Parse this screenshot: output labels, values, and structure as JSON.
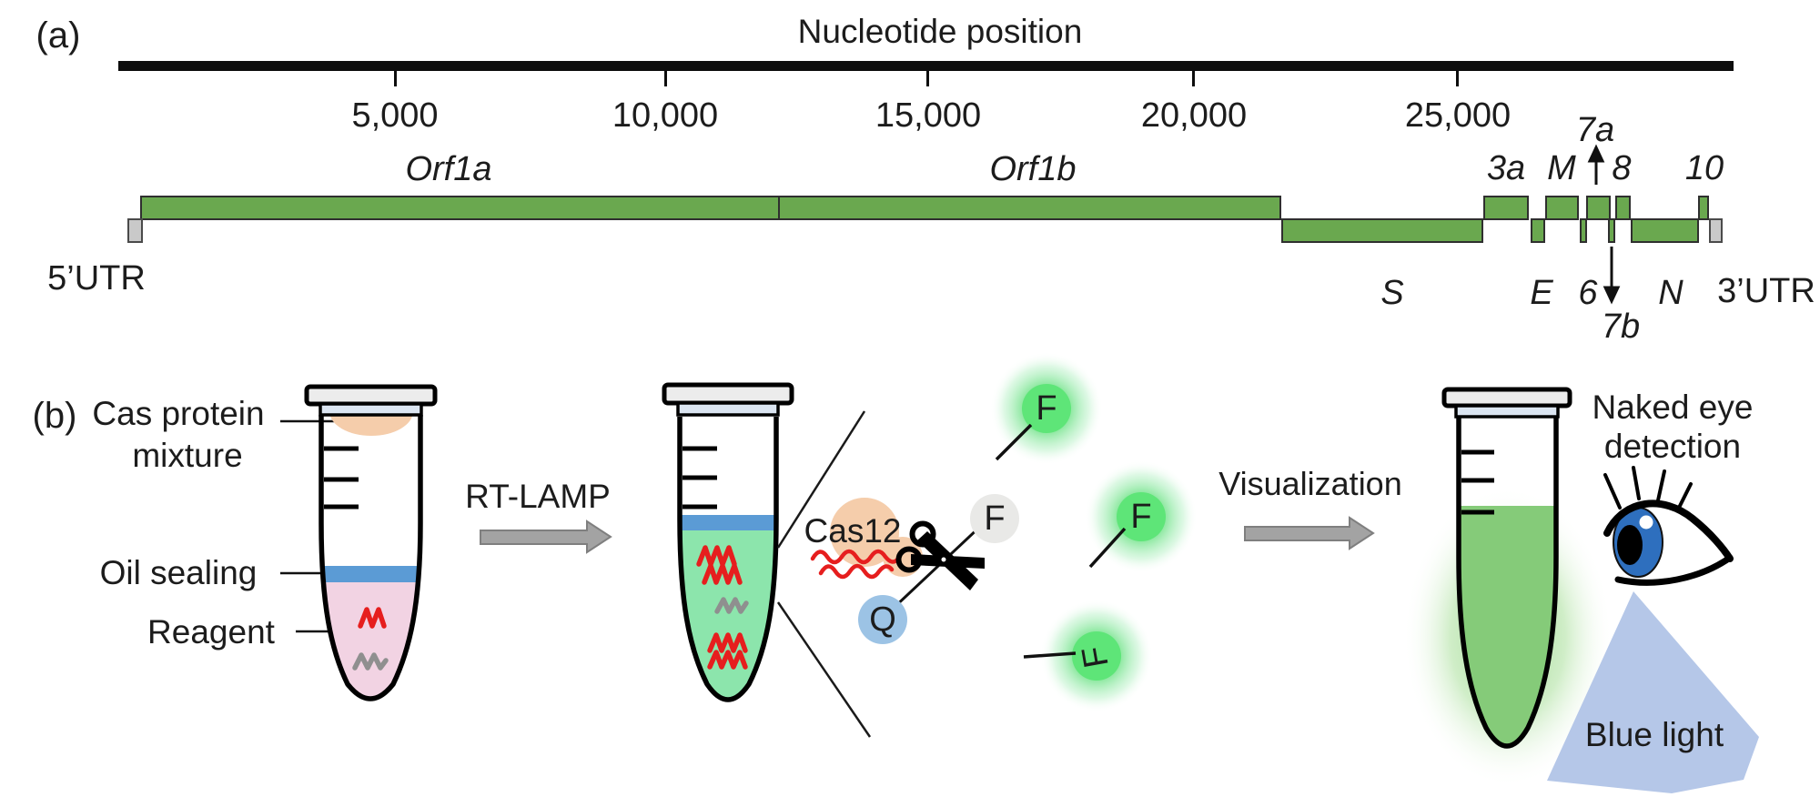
{
  "panel_a": {
    "label": "(a)",
    "title": "Nucleotide position",
    "ticks": [
      "5,000",
      "10,000",
      "15,000",
      "20,000",
      "25,000"
    ],
    "genes": {
      "orf1a": "Orf1a",
      "orf1b": "Orf1b",
      "g3a": "3a",
      "gM": "M",
      "g7a": "7a",
      "g8": "8",
      "g10": "10",
      "gS": "S",
      "gE": "E",
      "g6": "6",
      "g7b": "7b",
      "gN": "N"
    },
    "utr5": "5’UTR",
    "utr3": "3’UTR"
  },
  "panel_b": {
    "label": "(b)",
    "tube1_labels": {
      "cas_line1": "Cas protein",
      "cas_line2": "mixture",
      "oil": "Oil sealing",
      "reagent": "Reagent"
    },
    "step1": "RT-LAMP",
    "step2": "Visualization",
    "cas12": "Cas12",
    "fluorophore": "F",
    "quencher": "Q",
    "naked_eye_line1": "Naked eye",
    "naked_eye_line2": "detection",
    "blue_light": "Blue light"
  },
  "colors": {
    "gene_green": "#6aa84f",
    "utr_gray": "#c9c9c9",
    "oil_blue": "#5b9bd5",
    "reagent_pink": "#f2d3e3",
    "lamp_green": "#8ce5ac",
    "result_green": "#85cb79",
    "glow_green": "#5ee578",
    "cas_orange": "#f5cdab",
    "quencher_blue": "#9cc3e5",
    "fluor_gray": "#e9e9e7",
    "light_blue": "#b5c7e8",
    "iris_blue": "#2e6fbe",
    "arrow_gray": "#a3a3a3",
    "rna_red": "#e61e1e",
    "strand_gray": "#8f8f8f"
  }
}
